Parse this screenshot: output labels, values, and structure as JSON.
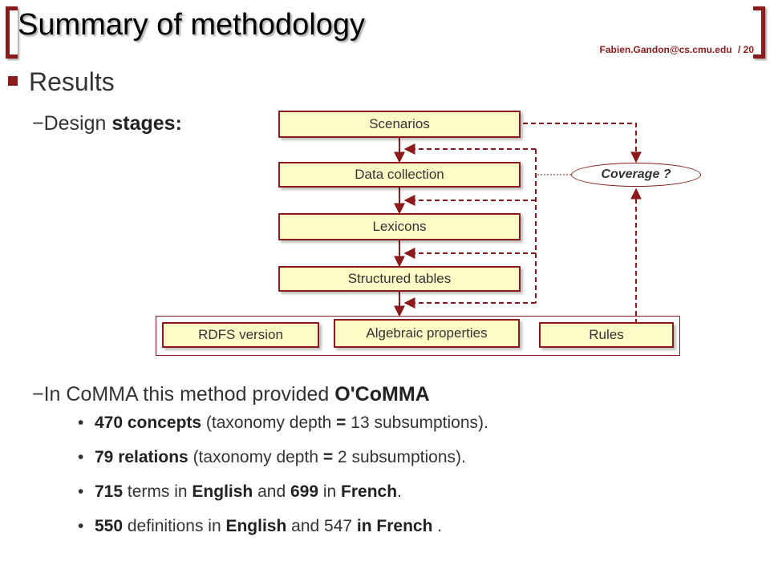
{
  "header": {
    "title": "Summary of methodology",
    "author_email": "Fabien.Gandon@cs.cmu.edu",
    "page_sep": "/",
    "page_number": "20"
  },
  "content": {
    "bullet": "Results",
    "design_prefix": "−Design ",
    "design_bold": "stages:",
    "comma_prefix": "−In CoMMA this method provided ",
    "comma_bold": "O'CoMMA",
    "items": [
      {
        "b1": "470 concepts",
        "t1": " (taxonomy depth ",
        "b2": "=",
        "t2": " 13 subsumptions)."
      },
      {
        "b1": "79 relations",
        "t1": " (taxonomy depth ",
        "b2": "=",
        "t2": " 2 subsumptions)."
      },
      {
        "b1": "715",
        "t1": " terms in ",
        "b2": "English",
        "t2": " and ",
        "b3": "699",
        "t3": " in ",
        "b4": "French",
        "t4": "."
      },
      {
        "b1": "550",
        "t1": " definitions in ",
        "b2": "English",
        "t2": " and 547 ",
        "b3": "in French",
        "t3": " ."
      }
    ]
  },
  "diagram": {
    "stages": [
      "Scenarios",
      "Data collection",
      "Lexicons",
      "Structured tables"
    ],
    "outputs": [
      "RDFS version",
      "Algebraic properties",
      "Rules"
    ],
    "coverage": "Coverage ?"
  },
  "colors": {
    "accent": "#8b1a1a",
    "box_fill": "#fffbc7"
  }
}
